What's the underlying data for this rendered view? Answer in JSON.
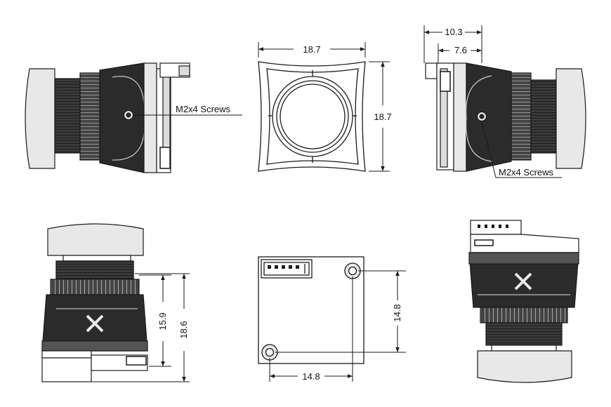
{
  "views": {
    "side_left": {
      "screw_label": "M2x4 Screws"
    },
    "front": {
      "width_label": "18.7",
      "height_label": "18.7"
    },
    "side_right": {
      "overall_depth_label": "10.3",
      "body_depth_label": "7.6",
      "screw_label": "M2x4 Screws"
    },
    "top": {
      "inner_height_label": "15.9",
      "overall_height_label": "18.6"
    },
    "back": {
      "hole_spacing_vertical_label": "14.8",
      "hole_spacing_horizontal_label": "14.8"
    },
    "bottom": {}
  },
  "colors": {
    "line": "#1a1a1a",
    "fill_dark": "#2b2b2b",
    "fill_mid": "#555555",
    "fill_light": "#e8e8e8"
  }
}
